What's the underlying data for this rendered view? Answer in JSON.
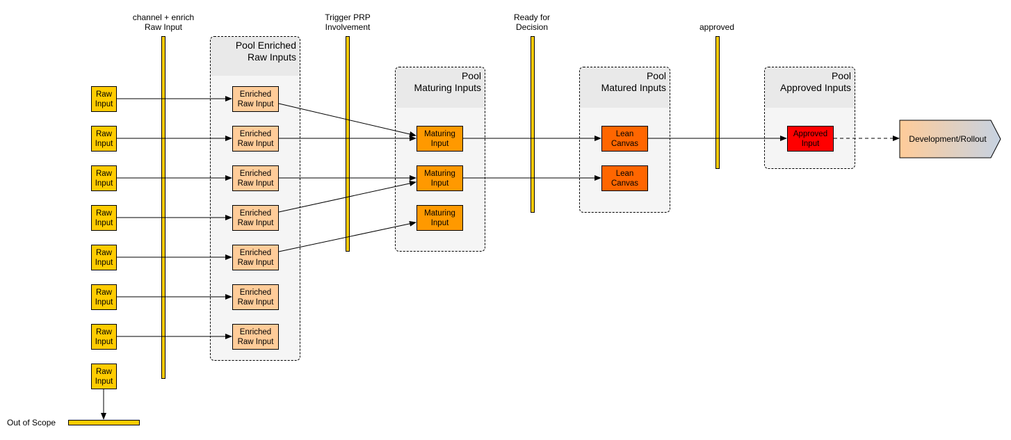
{
  "phases": {
    "channel": "channel + enrich\nRaw Input",
    "trigger": "Trigger PRP\nInvolvement",
    "ready": "Ready for\nDecision",
    "approved": "approved"
  },
  "pools": {
    "enriched": "Pool Enriched\nRaw Inputs",
    "maturing": "Pool\nMaturing Inputs",
    "matured": "Pool\nMatured Inputs",
    "approved": "Pool\nApproved Inputs"
  },
  "raw_inputs": [
    "Raw\nInput",
    "Raw\nInput",
    "Raw\nInput",
    "Raw\nInput",
    "Raw\nInput",
    "Raw\nInput",
    "Raw\nInput",
    "Raw\nInput"
  ],
  "enriched_inputs": [
    "Enriched\nRaw Input",
    "Enriched\nRaw Input",
    "Enriched\nRaw Input",
    "Enriched\nRaw Input",
    "Enriched\nRaw Input",
    "Enriched\nRaw Input",
    "Enriched\nRaw Input"
  ],
  "maturing_inputs": [
    "Maturing\nInput",
    "Maturing\nInput",
    "Maturing\nInput"
  ],
  "lean_canvases": [
    "Lean\nCanvas",
    "Lean\nCanvas"
  ],
  "approved_input": "Approved\nInput",
  "development": "Development/Rollout",
  "out_of_scope": "Out of Scope",
  "colors": {
    "phase_bar": "#ffcc00",
    "raw": "#ffcc00",
    "enriched": "#ffcc99",
    "maturing": "#ff9900",
    "lean": "#ff6600",
    "approved": "#ff0000",
    "development_from": "#ffcc99",
    "development_to": "#c6d2e2"
  }
}
